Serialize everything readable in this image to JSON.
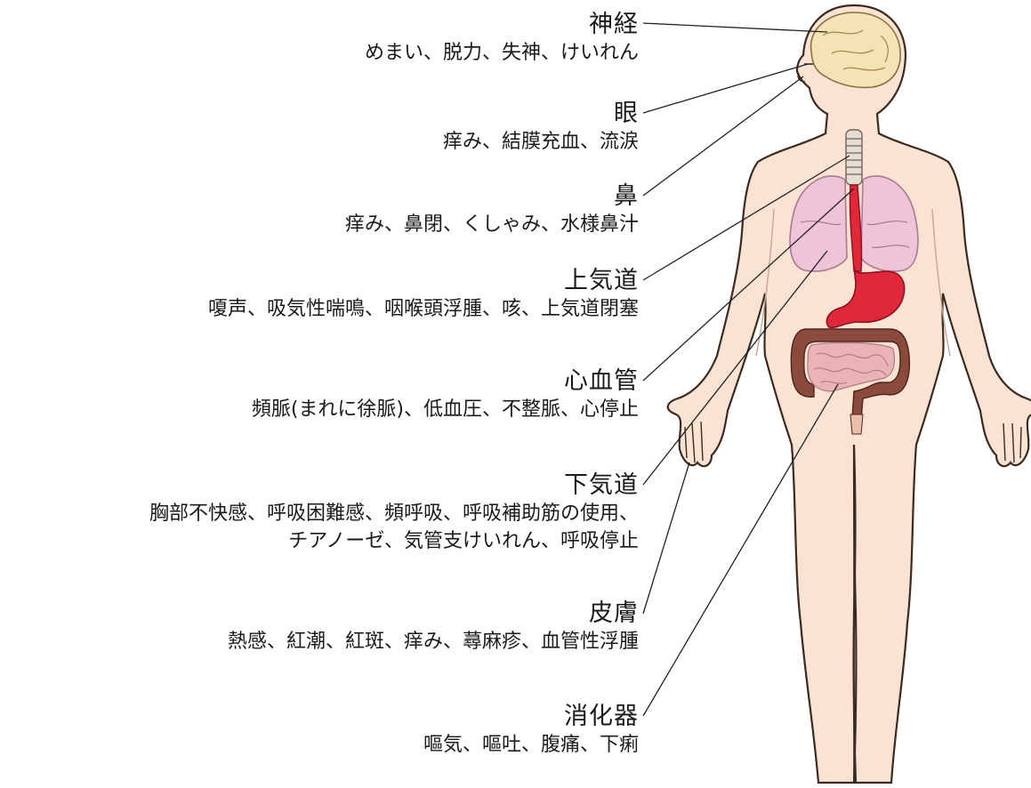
{
  "organs": [
    {
      "id": "neuro",
      "heading": "神経",
      "symptoms": [
        "めまい、脱力、失神、けいれん"
      ]
    },
    {
      "id": "eye",
      "heading": "眼",
      "symptoms": [
        "痒み、結膜充血、流涙"
      ]
    },
    {
      "id": "nose",
      "heading": "鼻",
      "symptoms": [
        "痒み、鼻閉、くしゃみ、水様鼻汁"
      ]
    },
    {
      "id": "upper",
      "heading": "上気道",
      "symptoms": [
        "嗄声、吸気性喘鳴、咽喉頭浮腫、咳、上気道閉塞"
      ]
    },
    {
      "id": "cardio",
      "heading": "心血管",
      "symptoms": [
        "頻脈(まれに徐脈)、低血圧、不整脈、心停止"
      ]
    },
    {
      "id": "lower",
      "heading": "下気道",
      "symptoms": [
        "胸部不快感、呼吸困難感、頻呼吸、呼吸補助筋の使用、",
        "チアノーゼ、気管支けいれん、呼吸停止"
      ]
    },
    {
      "id": "skin",
      "heading": "皮膚",
      "symptoms": [
        "熱感、紅潮、紅斑、痒み、蕁麻疹、血管性浮腫"
      ]
    },
    {
      "id": "gi",
      "heading": "消化器",
      "symptoms": [
        "嘔気、嘔吐、腹痛、下痢"
      ]
    }
  ],
  "colors": {
    "skin": "#fbe3d3",
    "outline": "#3a2a20",
    "brain": "#f3e3b5",
    "lung": "#efc4d6",
    "trachea": "#e6ddd5",
    "esophagus": "#e0283a",
    "stomach": "#e0283a",
    "colon": "#8a4a3c",
    "small_intestine": "#e9b3b8",
    "leader": "#222222"
  }
}
